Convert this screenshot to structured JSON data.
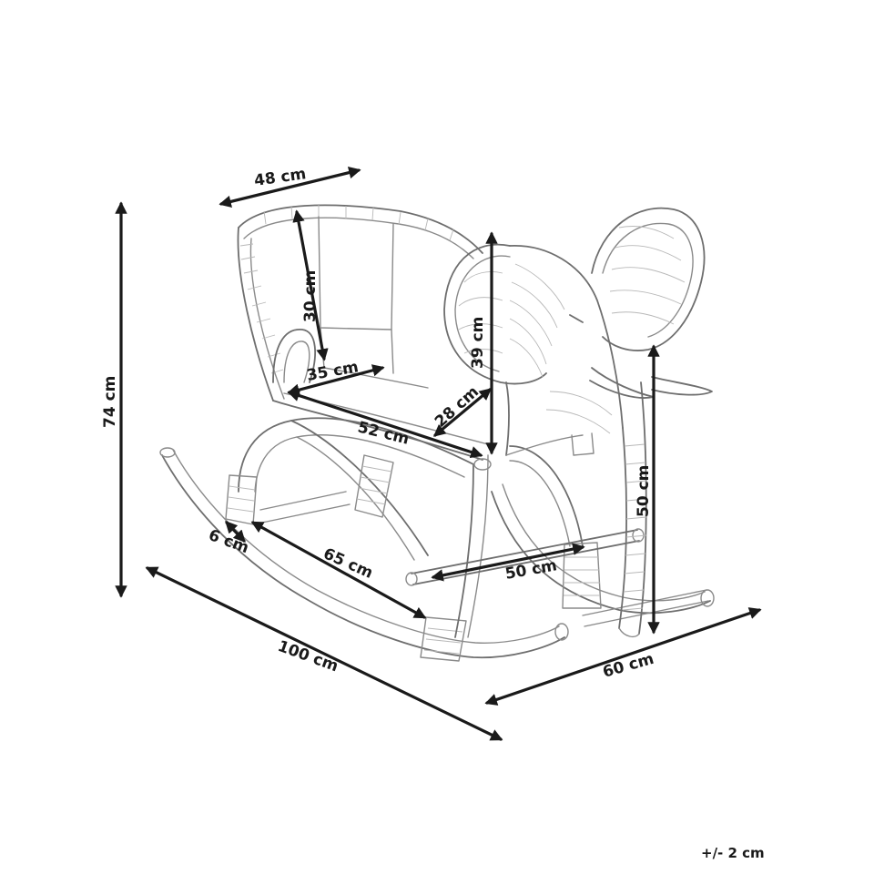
{
  "dimensions": [
    {
      "id": "top-width",
      "label": "48 cm"
    },
    {
      "id": "overall-height",
      "label": "74 cm"
    },
    {
      "id": "backrest-height",
      "label": "30 cm"
    },
    {
      "id": "seat-width",
      "label": "35 cm"
    },
    {
      "id": "head-height",
      "label": "39 cm"
    },
    {
      "id": "seat-depth",
      "label": "28 cm"
    },
    {
      "id": "seat-length",
      "label": "52 cm"
    },
    {
      "id": "rocker-thickness",
      "label": "6 cm"
    },
    {
      "id": "inner-length",
      "label": "65 cm"
    },
    {
      "id": "footrest-length",
      "label": "50 cm"
    },
    {
      "id": "trunk-height",
      "label": "50 cm"
    },
    {
      "id": "overall-length",
      "label": "100 cm"
    },
    {
      "id": "overall-width",
      "label": "60 cm"
    }
  ],
  "tolerance": "+/- 2 cm",
  "colors": {
    "ink": "#1a1a1a",
    "sketch": "#8a8a8a"
  }
}
